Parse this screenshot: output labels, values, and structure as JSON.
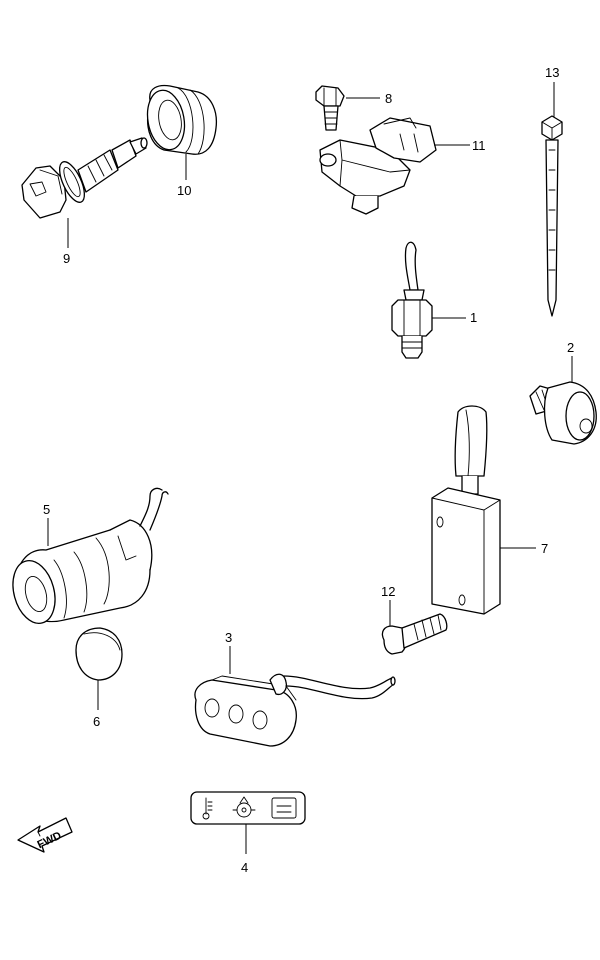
{
  "callouts": {
    "c1": "1",
    "c2": "2",
    "c3": "3",
    "c4": "4",
    "c5": "5",
    "c6": "6",
    "c7": "7",
    "c8": "8",
    "c9": "9",
    "c10": "10",
    "c11": "11",
    "c12": "12",
    "c13": "13"
  },
  "fwd_label": "FWD",
  "colors": {
    "line": "#000000",
    "background": "#ffffff"
  }
}
